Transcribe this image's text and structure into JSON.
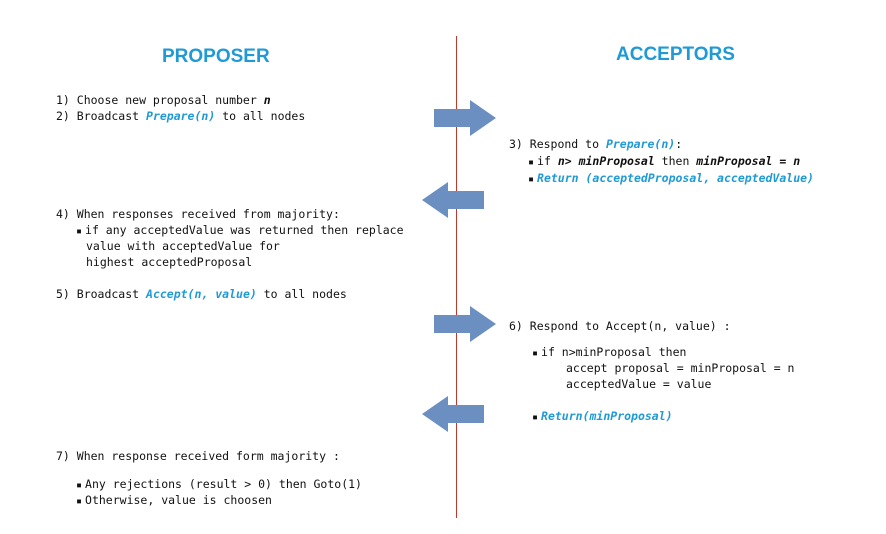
{
  "headers": {
    "proposer": "PROPOSER",
    "acceptors": "ACCEPTORS"
  },
  "proposer": {
    "step1_prefix": "1) Choose new proposal number ",
    "step1_var": "n",
    "step2_prefix": "2) Broadcast ",
    "step2_kw": "Prepare(n)",
    "step2_suffix": " to all nodes",
    "step4_title": "4) When responses received from majority:",
    "step4_line1": "if any acceptedValue was returned then replace",
    "step4_line2": "value with acceptedValue for",
    "step4_line3": "highest acceptedProposal",
    "step5_prefix": "5) Broadcast ",
    "step5_kw": "Accept(n, value)",
    "step5_suffix": " to all nodes",
    "step7_title": "7) When response received form majority :",
    "step7_line1": "Any rejections (result > 0) then Goto(1)",
    "step7_line2": "Otherwise, value is choosen"
  },
  "acceptors": {
    "step3_prefix": "3) Respond to ",
    "step3_kw": "Prepare(n)",
    "step3_suffix": ":",
    "step3_if": "if ",
    "step3_cond": "n> minProposal",
    "step3_then": " then ",
    "step3_assign": "minProposal = n",
    "step3_return": "Return (acceptedProposal, acceptedValue)",
    "step6_title": "6) Respond to Accept(n, value) :",
    "step6_line1": "if n>minProposal then",
    "step6_line2": "accept proposal = minProposal = n",
    "step6_line3": "acceptedValue = value",
    "step6_return": "Return(minProposal)"
  },
  "colors": {
    "accent": "#1f9ad6",
    "arrow": "#6b8fc0",
    "divider": "#c0392b"
  },
  "arrows": [
    "right-arrow",
    "left-arrow",
    "right-arrow",
    "left-arrow"
  ]
}
